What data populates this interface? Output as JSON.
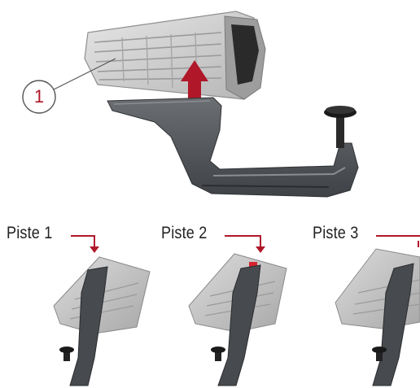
{
  "callout": {
    "number": "1"
  },
  "steps": [
    {
      "label": "Piste 1"
    },
    {
      "label": "Piste 2"
    },
    {
      "label": "Piste 3"
    }
  ],
  "colors": {
    "accent_red": "#b0182a",
    "plastic_gray": "#c9c9c9",
    "frame_dark": "#55585c",
    "knob_black": "#1a1a1a"
  }
}
